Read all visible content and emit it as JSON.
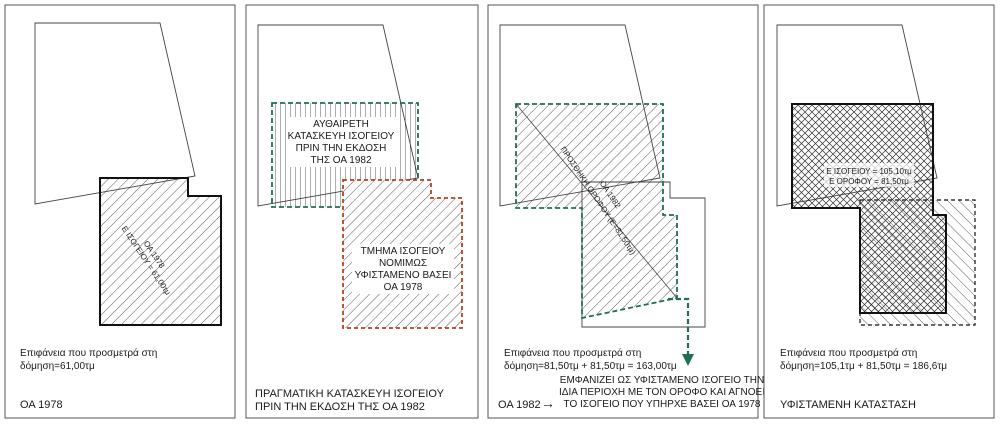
{
  "panels": [
    {
      "id": "p1",
      "diagram_label_line1": "ΟΑ 1978",
      "diagram_label_line2": "Ε ΙΣΟΓΕΙΟΥ = 61,00τμ",
      "area_line1": "Επιφάνεια που προσμετρά στη",
      "area_line2": "δόμηση=61,00τμ",
      "caption": "ΟΑ 1978"
    },
    {
      "id": "p2",
      "upper_label": [
        "ΑΥΘΑΙΡΕΤΗ",
        "ΚΑΤΑΣΚΕΥΗ ΙΣΟΓΕΙΟΥ",
        "ΠΡΙΝ ΤΗΝ ΕΚΔΟΣΗ",
        "ΤΗΣ ΟΑ 1982"
      ],
      "lower_label": [
        "ΤΜΗΜΑ ΙΣΟΓΕΙΟΥ",
        "ΝΟΜΙΜΩΣ",
        "ΥΦΙΣΤΑΜΕΝΟ ΒΑΣΕΙ",
        "ΟΑ 1978"
      ],
      "caption_line1": "ΠΡΑΓΜΑΤΙΚΗ ΚΑΤΑΣΚΕΥΗ ΙΣΟΓΕΙΟΥ",
      "caption_line2": "ΠΡΙΝ ΤΗΝ ΕΚΔΟΣΗ ΤΗΣ ΟΑ 1982"
    },
    {
      "id": "p3",
      "diagram_label_line1": "ΟΑ 1982",
      "diagram_label_line2": "ΠΡΟΣΘΗΚΗ ΟΡΟΦΟΥ (Ε=81,50τμ)",
      "area_line1": "Επιφάνεια που προσμετρά στη",
      "area_line2": "δόμηση=81,50τμ + 81,50τμ = 163,00τμ",
      "caption": "ΟΑ 1982",
      "arrow": "→",
      "note": [
        "ΕΜΦΑΝΙΖΕΙ ΩΣ ΥΦΙΣΤΑΜΕΝΟ ΙΣΟΓΕΙΟ ΤΗΝ",
        "ΙΔΙΑ ΠΕΡΙΟΧΗ ΜΕ ΤΟΝ ΟΡΟΦΟ ΚΑΙ ΑΓΝΟΕΙ",
        "ΤΟ ΙΣΟΓΕΙΟ ΠΟΥ ΥΠΗΡΧΕ ΒΑΣΕΙ ΟΑ 1978"
      ]
    },
    {
      "id": "p4",
      "diagram_label_line1": "Ε ΙΣΟΓΕΙΟΥ = 105,10τμ",
      "diagram_label_line2": "Ε ΟΡΟΦΟΥ = 81,50τμ",
      "area_line1": "Επιφάνεια που προσμετρά στη",
      "area_line2": "δόμηση=105,1τμ + 81,50τμ = 186,6τμ",
      "caption": "ΥΦΙΣΤΑΜΕΝΗ ΚΑΤΑΣΤΑΣΗ"
    }
  ],
  "colors": {
    "outline": "#111111",
    "dashed_green": "#1f6e58",
    "dashed_orange": "#b8421e",
    "hatch": "#333333"
  }
}
